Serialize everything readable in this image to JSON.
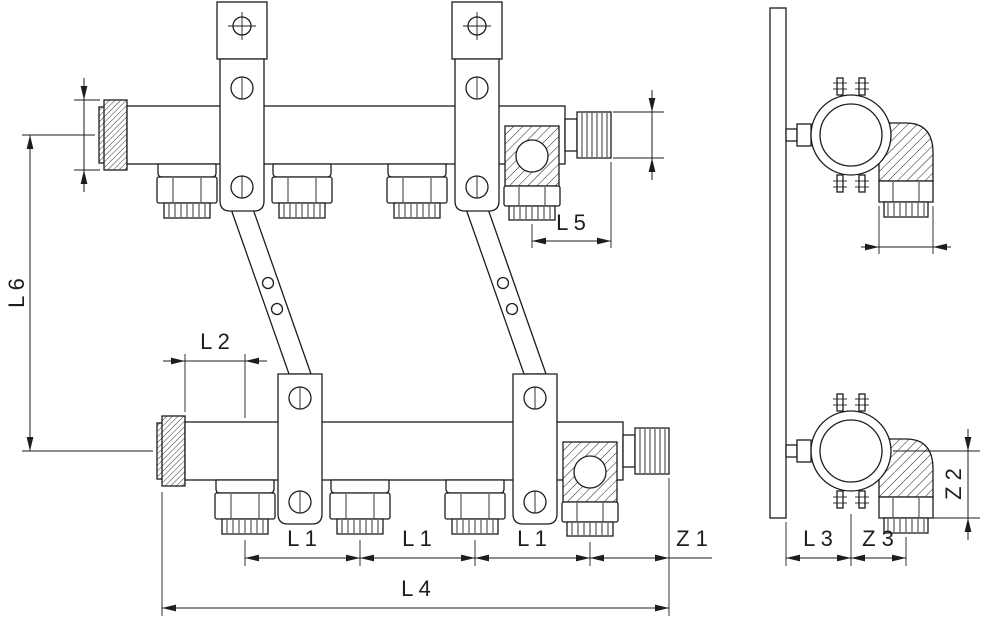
{
  "drawing": {
    "background": "#ffffff",
    "line_color": "#1d1d1b",
    "dimensions": {
      "l1": "L 1",
      "l2": "L 2",
      "l3": "L 3",
      "l4": "L 4",
      "l5": "L 5",
      "l6": "L 6",
      "z1": "Z 1",
      "z2": "Z 2",
      "z3": "Z 3"
    }
  }
}
